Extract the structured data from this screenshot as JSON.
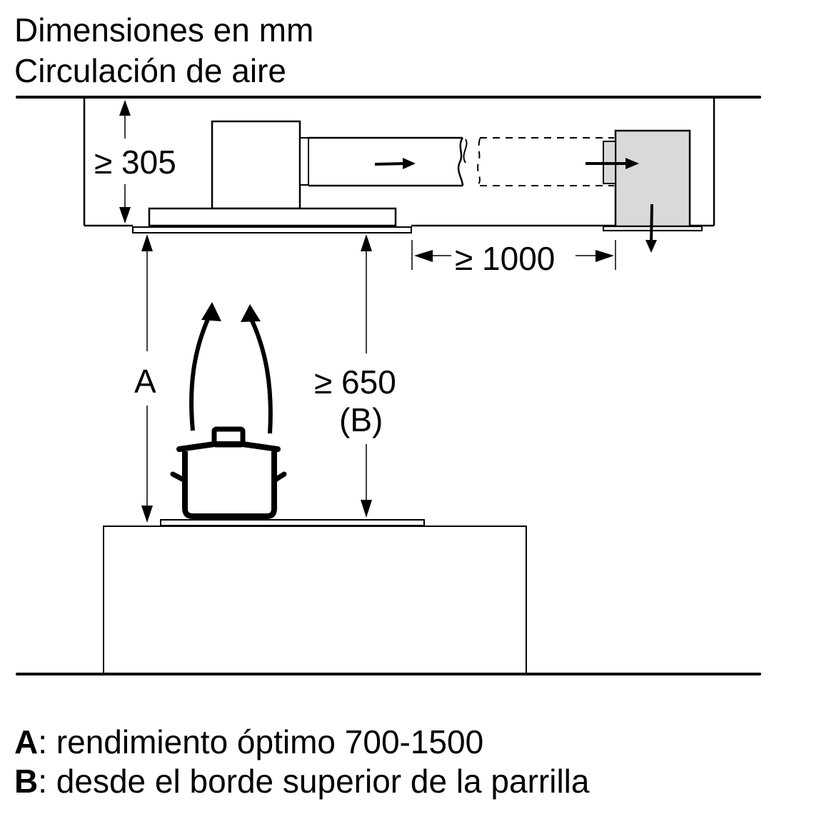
{
  "header": {
    "title_line1": "Dimensiones en mm",
    "title_line2": "Circulación de aire"
  },
  "dimensions": {
    "ceiling_clearance": "≥ 305",
    "duct_distance": "≥ 1000",
    "hob_distance_value": "≥ 650",
    "hob_distance_ref": "(B)",
    "height_label": "A"
  },
  "legend": [
    {
      "key": "A",
      "sep": ":",
      "text": " rendimiento óptimo 700-1500"
    },
    {
      "key": "B",
      "sep": ":",
      "text": " desde el borde superior de la parrilla"
    }
  ],
  "colors": {
    "line": "#000000",
    "filter_box_fill": "#d9d9d9",
    "background": "#ffffff"
  }
}
